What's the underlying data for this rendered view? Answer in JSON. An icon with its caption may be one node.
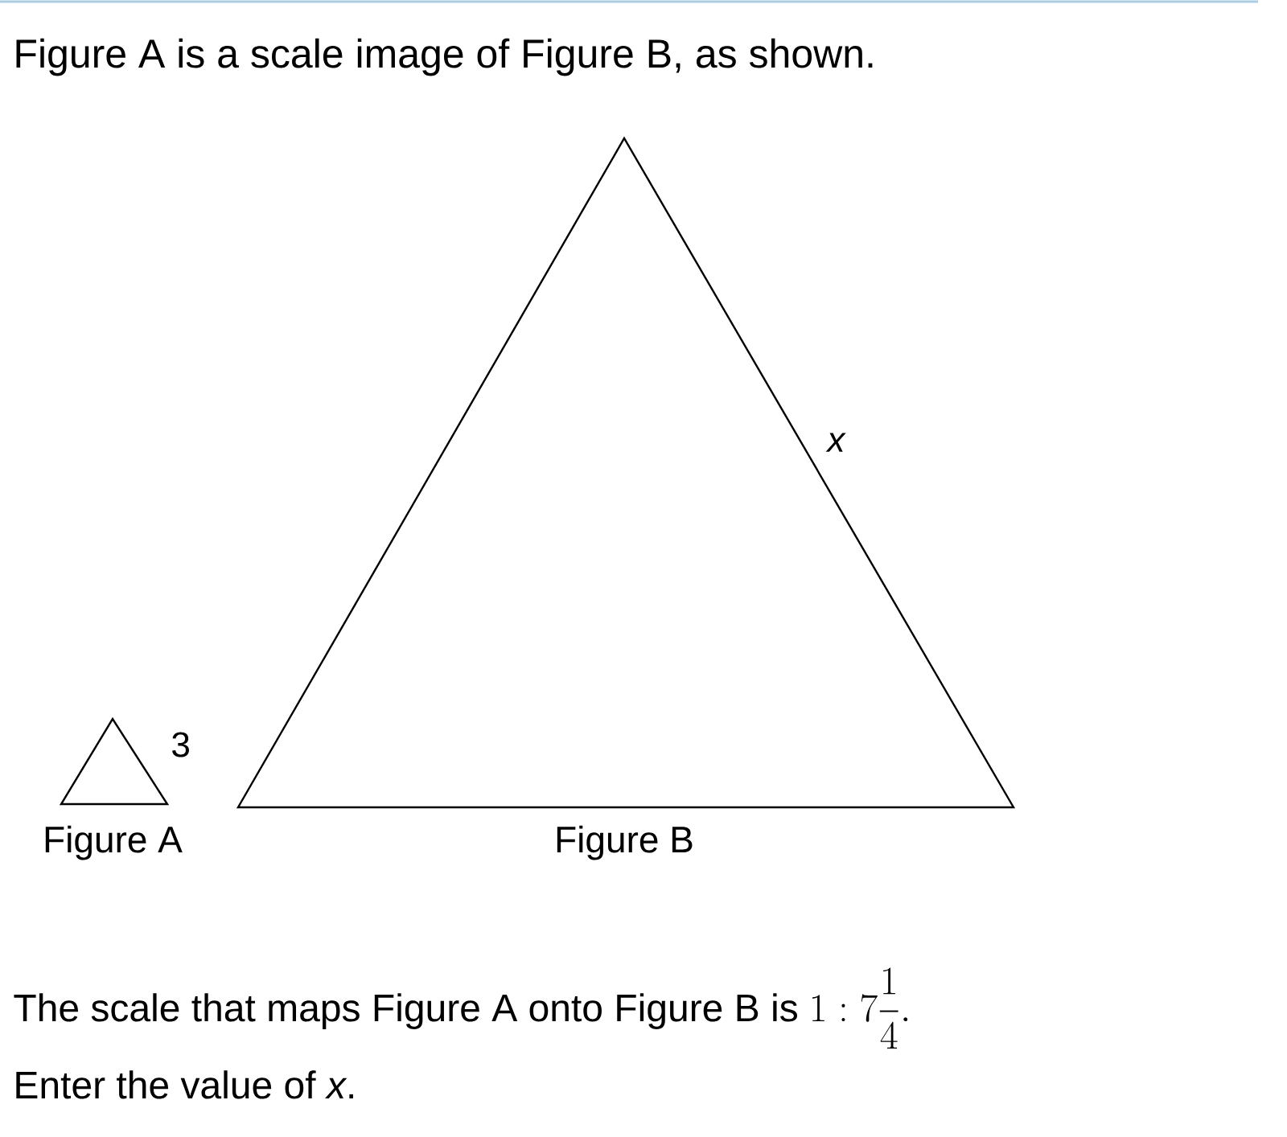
{
  "diagram": {
    "title": "Figure A is a scale image of Figure B, as shown.",
    "nodes": [
      {
        "text": [
          "Figure A"
        ],
        "beside": [
          "3"
        ]
      },
      {
        "text": [
          "Figure B"
        ],
        "beside": [
          "x"
        ]
      }
    ],
    "edges": [],
    "labels": [
      "The scale that maps Figure A onto Figure B is",
      "1:7\\frac{1}{4}.",
      "Enter the value of *x*."
    ]
  }
}
